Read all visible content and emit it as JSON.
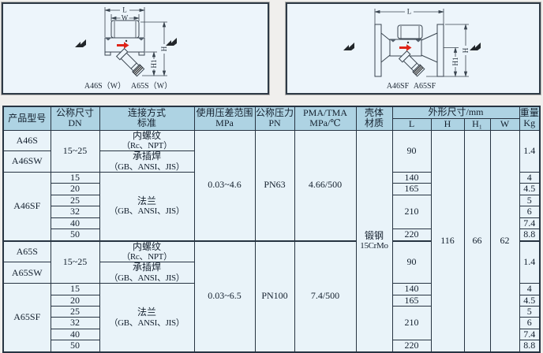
{
  "diagram_left": {
    "dim_l": "L",
    "dim_w": "W",
    "dim_h": "H",
    "dim_h1": "H1",
    "caption_left": "A46S（W）",
    "caption_right": "A65S（W）"
  },
  "diagram_right": {
    "dim_l": "L",
    "dim_h": "H",
    "dim_h1": "H1",
    "caption_left": "A46SF",
    "caption_right": "A65SF"
  },
  "table": {
    "header": {
      "product_model": "产品型号",
      "nominal_size_line1": "公称尺寸",
      "nominal_size_line2": "DN",
      "connection_line1": "连接方式",
      "connection_line2": "标准",
      "diff_pressure_line1": "使用压差范围",
      "diff_pressure_line2": "MPa",
      "nominal_pressure_line1": "公称压力",
      "nominal_pressure_line2": "PN",
      "pma_tma_line1": "PMA/TMA",
      "pma_tma_line2": "MPa/℃",
      "shell_line1": "壳体",
      "shell_line2": "材质",
      "outline_dims": "外形尺寸/mm",
      "col_l": "L",
      "col_h": "H",
      "col_h1": "H₁",
      "col_w": "W",
      "weight_line1": "重量",
      "weight_line2": "Kg"
    },
    "shared": {
      "shell_material_line1": "锻钢",
      "shell_material_line2": "15CrMo",
      "h": "116",
      "h1": "66",
      "w": "62"
    },
    "groups": [
      {
        "model_threaded": "A46S",
        "model_socket": "A46SW",
        "model_flanged": "A46SF",
        "dn_range": "15~25",
        "dn_sizes": [
          "15",
          "20",
          "25",
          "32",
          "40",
          "50"
        ],
        "conn_threaded_line1": "内螺纹",
        "conn_threaded_line2": "（Rc、NPT）",
        "conn_socket_line1": "承插焊",
        "conn_socket_line2": "（GB、ANSI、JIS）",
        "conn_flange_line1": "法兰",
        "conn_flange_line2": "（GB、ANSI、JIS）",
        "diff_pressure": "0.03~4.6",
        "nominal_pressure": "PN63",
        "pma_tma": "4.66/500",
        "l_threaded": "90",
        "l_dn15": "140",
        "l_dn20": "165",
        "l_dn25_40": "210",
        "l_dn50": "220",
        "weight_threaded": "1.4",
        "weights": [
          "4",
          "4.5",
          "5",
          "6",
          "7.4",
          "8.8"
        ]
      },
      {
        "model_threaded": "A65S",
        "model_socket": "A65SW",
        "model_flanged": "A65SF",
        "dn_range": "15~25",
        "dn_sizes": [
          "15",
          "20",
          "25",
          "32",
          "40",
          "50"
        ],
        "conn_threaded_line1": "内螺纹",
        "conn_threaded_line2": "（Rc、NPT）",
        "conn_socket_line1": "承插焊",
        "conn_socket_line2": "（GB、ANSI、JIS）",
        "conn_flange_line1": "法兰",
        "conn_flange_line2": "（GB、ANSI、JIS）",
        "diff_pressure": "0.03~6.5",
        "nominal_pressure": "PN100",
        "pma_tma": "7.4/500",
        "l_threaded": "90",
        "l_dn15": "140",
        "l_dn20": "165",
        "l_dn25_40": "210",
        "l_dn50": "220",
        "weight_threaded": "1.4",
        "weights": [
          "4",
          "4.5",
          "5",
          "6",
          "7.4",
          "8.8"
        ]
      }
    ]
  }
}
